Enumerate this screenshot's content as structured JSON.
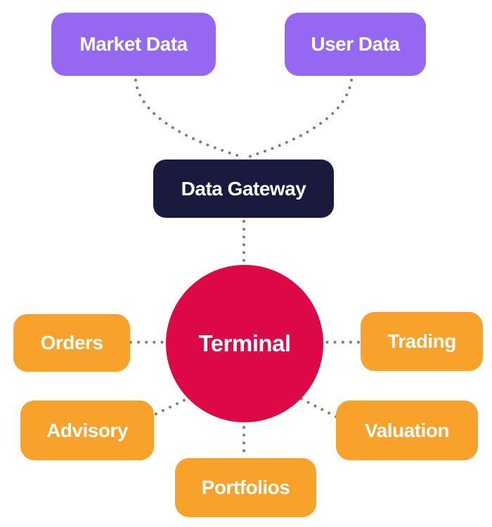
{
  "diagram": {
    "type": "architecture-flowchart",
    "nodes": {
      "market_data": {
        "label": "Market Data",
        "role": "source"
      },
      "user_data": {
        "label": "User Data",
        "role": "source"
      },
      "data_gateway": {
        "label": "Data Gateway",
        "role": "gateway"
      },
      "terminal": {
        "label": "Terminal",
        "role": "hub"
      },
      "orders": {
        "label": "Orders",
        "role": "module"
      },
      "trading": {
        "label": "Trading",
        "role": "module"
      },
      "advisory": {
        "label": "Advisory",
        "role": "module"
      },
      "valuation": {
        "label": "Valuation",
        "role": "module"
      },
      "portfolios": {
        "label": "Portfolios",
        "role": "module"
      }
    },
    "edges": [
      {
        "from": "market_data",
        "to": "data_gateway",
        "style": "dotted"
      },
      {
        "from": "user_data",
        "to": "data_gateway",
        "style": "dotted"
      },
      {
        "from": "data_gateway",
        "to": "terminal",
        "style": "dotted"
      },
      {
        "from": "terminal",
        "to": "orders",
        "style": "dotted"
      },
      {
        "from": "terminal",
        "to": "trading",
        "style": "dotted"
      },
      {
        "from": "terminal",
        "to": "advisory",
        "style": "dotted"
      },
      {
        "from": "terminal",
        "to": "valuation",
        "style": "dotted"
      },
      {
        "from": "terminal",
        "to": "portfolios",
        "style": "dotted"
      }
    ],
    "colors": {
      "background": "#ffffff",
      "source": "#9668f2",
      "gateway": "#191a3e",
      "terminal": "#dd0846",
      "module": "#f8a12b",
      "connector": "#7f7f7f",
      "label": "#ffffff"
    }
  }
}
